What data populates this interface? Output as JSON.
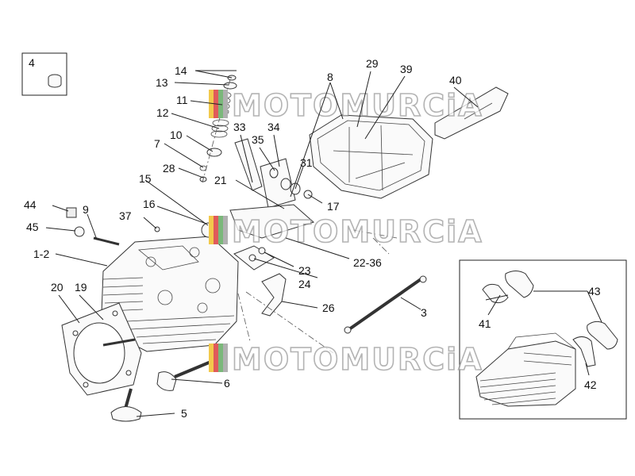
{
  "watermark": {
    "text": "MOTOMURCiA",
    "colors": [
      "#f2c94c",
      "#e05a5a",
      "#7ab87a",
      "#b0b0b0"
    ]
  },
  "labels": {
    "l1": "1-2",
    "l3": "3",
    "l4": "4",
    "l5": "5",
    "l6": "6",
    "l7": "7",
    "l8": "8",
    "l9": "9",
    "l10": "10",
    "l11": "11",
    "l12": "12",
    "l13": "13",
    "l14": "14",
    "l15": "15",
    "l16": "16",
    "l17": "17",
    "l19": "19",
    "l20": "20",
    "l21": "21",
    "l22": "22-36",
    "l23": "23",
    "l24": "24",
    "l26": "26",
    "l28": "28",
    "l29": "29",
    "l31": "31",
    "l33": "33",
    "l34": "34",
    "l35": "35",
    "l37": "37",
    "l39": "39",
    "l40": "40",
    "l41": "41",
    "l42": "42",
    "l43": "43",
    "l44": "44",
    "l45": "45"
  }
}
